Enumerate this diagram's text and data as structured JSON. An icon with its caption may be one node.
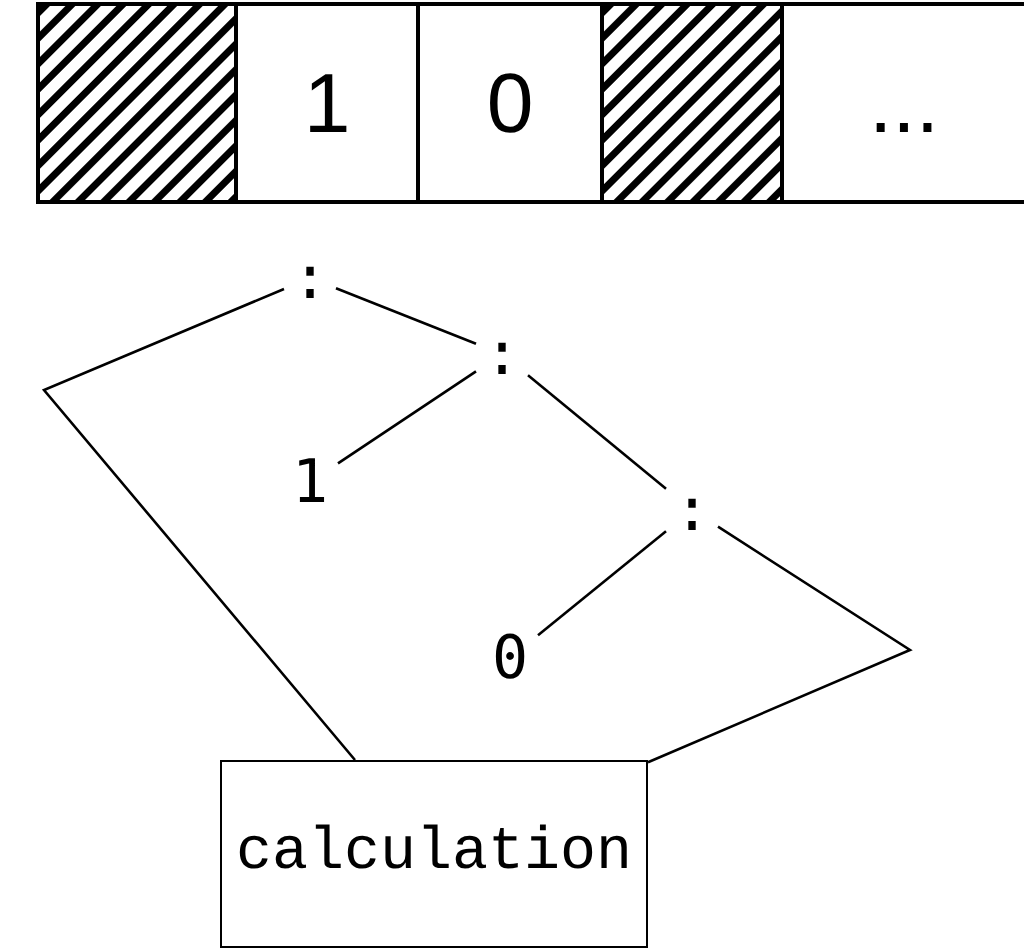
{
  "diagram": {
    "nodes": [
      {
        "text": [],
        "shape": "box"
      },
      {
        "text": [
          "1"
        ]
      },
      {
        "text": [
          "0"
        ]
      },
      {
        "text": [],
        "shape": "box"
      },
      {
        "text": [
          "..."
        ]
      },
      {
        "text": [
          ":"
        ]
      },
      {
        "text": [
          ":"
        ]
      },
      {
        "text": [
          "1"
        ]
      },
      {
        "text": [
          ":"
        ]
      },
      {
        "text": [
          "0"
        ]
      },
      {
        "text": [
          "calculation"
        ]
      }
    ],
    "edges": [
      {
        "from": 5,
        "to": 6,
        "arrow": "none"
      },
      {
        "from": 6,
        "to": 7,
        "arrow": "none"
      },
      {
        "from": 6,
        "to": 8,
        "arrow": "none"
      },
      {
        "from": 8,
        "to": 9,
        "arrow": "none"
      },
      {
        "from": 10,
        "to": 5,
        "arrow": "none"
      },
      {
        "from": 8,
        "to": 10,
        "arrow": "none"
      }
    ]
  }
}
